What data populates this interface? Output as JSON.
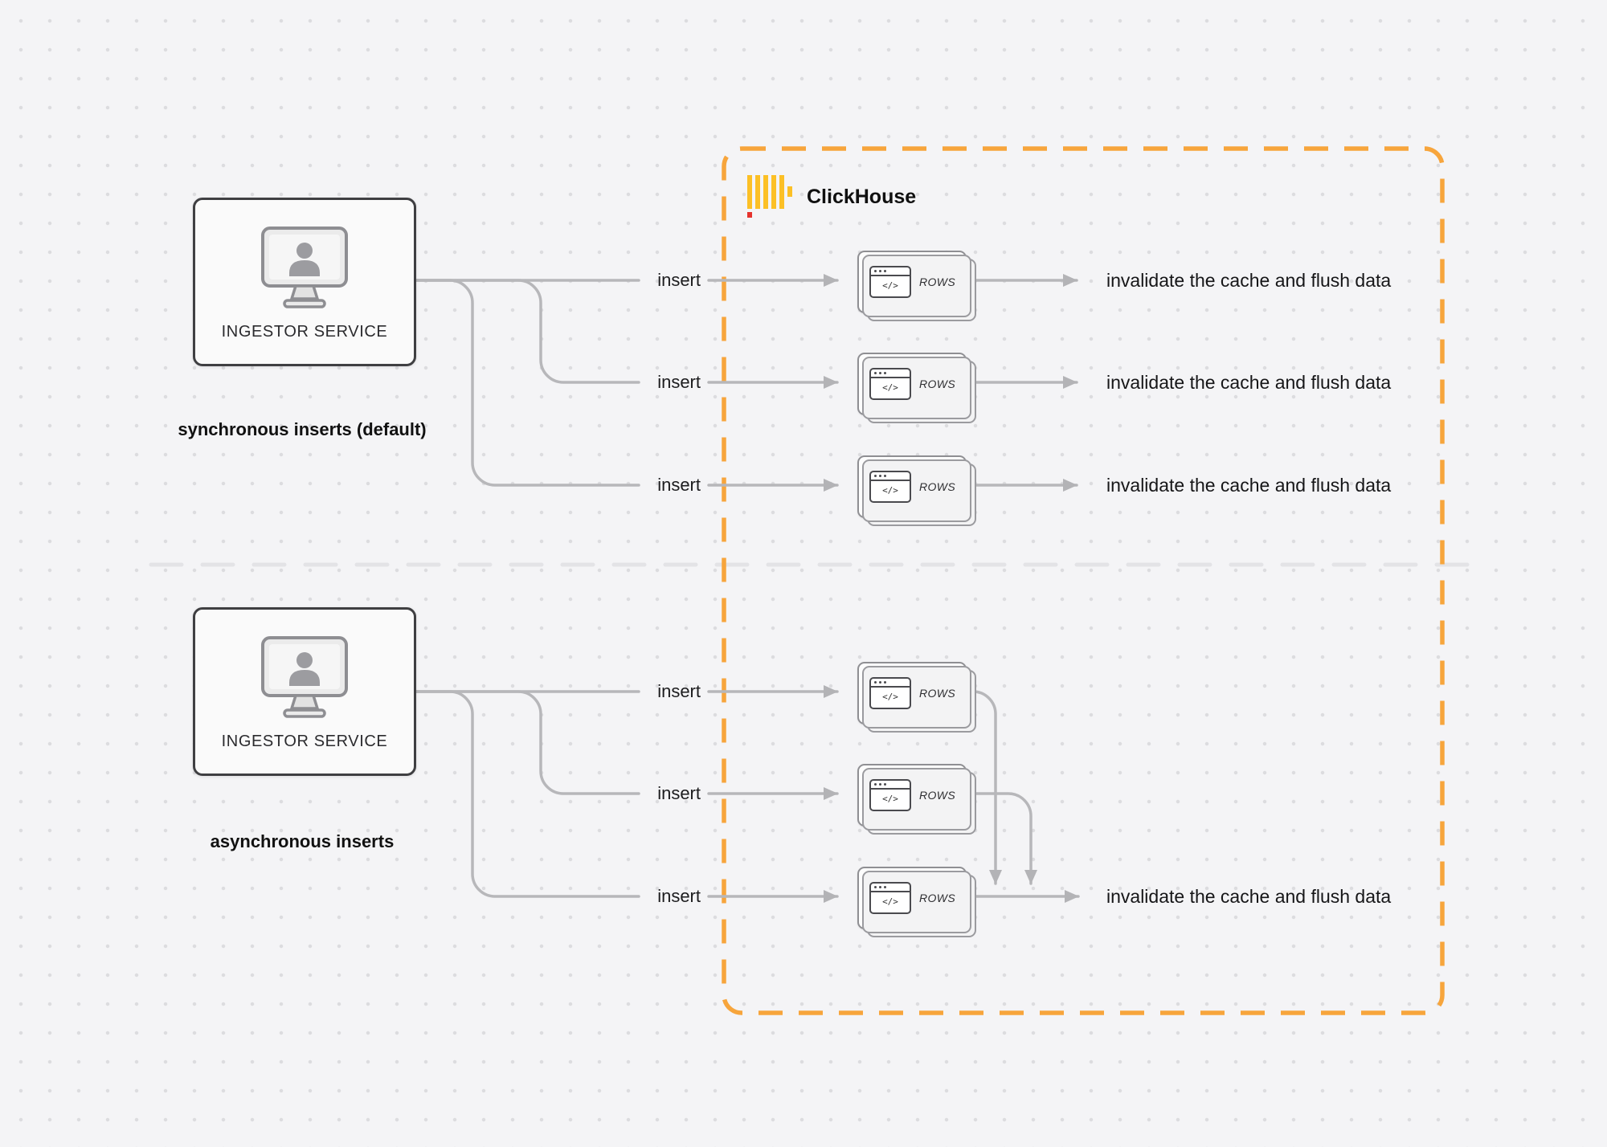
{
  "clickhouse": {
    "label": "ClickHouse"
  },
  "card_glyph": "</>",
  "sync": {
    "service": "INGESTOR SERVICE",
    "caption": "synchronous inserts (default)",
    "rows": [
      {
        "insert": "insert",
        "card": "ROWS",
        "result": "invalidate the cache and flush data"
      },
      {
        "insert": "insert",
        "card": "ROWS",
        "result": "invalidate the cache and flush data"
      },
      {
        "insert": "insert",
        "card": "ROWS",
        "result": "invalidate the cache and flush data"
      }
    ]
  },
  "async": {
    "service": "INGESTOR SERVICE",
    "caption": "asynchronous inserts",
    "rows": [
      {
        "insert": "insert",
        "card": "ROWS"
      },
      {
        "insert": "insert",
        "card": "ROWS"
      },
      {
        "insert": "insert",
        "card": "ROWS"
      }
    ],
    "result": "invalidate the cache and flush data"
  },
  "colors": {
    "accent_orange": "#f7a53c",
    "line_gray": "#b7b7ba",
    "clickhouse_yellow": "#fcc026",
    "clickhouse_red": "#e5322d"
  }
}
